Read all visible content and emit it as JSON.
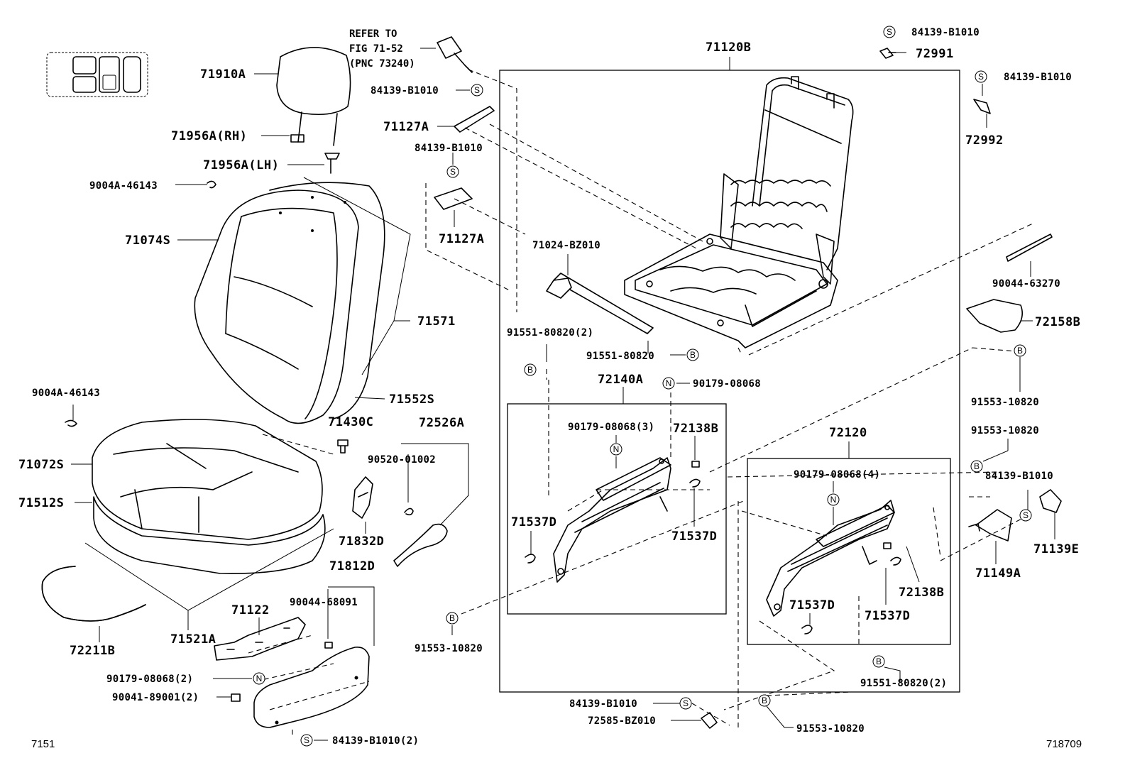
{
  "labels": {
    "p71910A": "71910A",
    "p71956A_RH": "71956A(RH)",
    "p71956A_LH": "71956A(LH)",
    "p9004A_46143_a": "9004A-46143",
    "p71074S": "71074S",
    "p71571": "71571",
    "p71552S": "71552S",
    "p9004A_46143_b": "9004A-46143",
    "p71430C": "71430C",
    "p71072S": "71072S",
    "p71512S": "71512S",
    "p72526A": "72526A",
    "p90520_01002": "90520-01002",
    "p71832D": "71832D",
    "p71812D": "71812D",
    "p90044_68091": "90044-68091",
    "p71122": "71122",
    "p71521A": "71521A",
    "p72211B": "72211B",
    "p90179_08068_2": "90179-08068(2)",
    "p90041_89001_2": "90041-89001(2)",
    "p84139_B1010_2": "84139-B1010(2)",
    "ref_line1": "REFER TO",
    "ref_line2": "FIG 71-52",
    "ref_line3": "(PNC 73240)",
    "p84139_B1010_a": "84139-B1010",
    "p71127A_a": "71127A",
    "p84139_B1010_b": "84139-B1010",
    "p71127A_b": "71127A",
    "p71120B": "71120B",
    "p84139_B1010_top": "84139-B1010",
    "p72991": "72991",
    "p84139_B1010_r": "84139-B1010",
    "p72992": "72992",
    "p71024_BZ010": "71024-BZ010",
    "p90044_63270": "90044-63270",
    "p72158B": "72158B",
    "p91551_80820_2a": "91551-80820(2)",
    "p91551_80820": "91551-80820",
    "p72140A": "72140A",
    "p90179_08068": "90179-08068",
    "p91553_10820_r1": "91553-10820",
    "p90179_08068_3": "90179-08068(3)",
    "p72138B_a": "72138B",
    "p71537D_a": "71537D",
    "p71537D_b": "71537D",
    "p72120": "72120",
    "p91553_10820_r2": "91553-10820",
    "p90179_08068_4": "90179-08068(4)",
    "p84139_B1010_c": "84139-B1010",
    "p71139E": "71139E",
    "p71149A": "71149A",
    "p72138B_b": "72138B",
    "p71537D_c": "71537D",
    "p71537D_d": "71537D",
    "p91553_10820_l": "91553-10820",
    "p91551_80820_2b": "91551-80820(2)",
    "p84139_B1010_d": "84139-B1010",
    "p72585_BZ010": "72585-BZ010",
    "p91553_10820_b": "91553-10820",
    "code_left": "7151",
    "code_right": "718709"
  },
  "symbols": {
    "screw": "S",
    "bolt": "B",
    "nut": "N"
  },
  "icons": [
    "thumbnail-icon",
    "headrest-icon",
    "seat-frame-icon",
    "seat-track-icon"
  ]
}
